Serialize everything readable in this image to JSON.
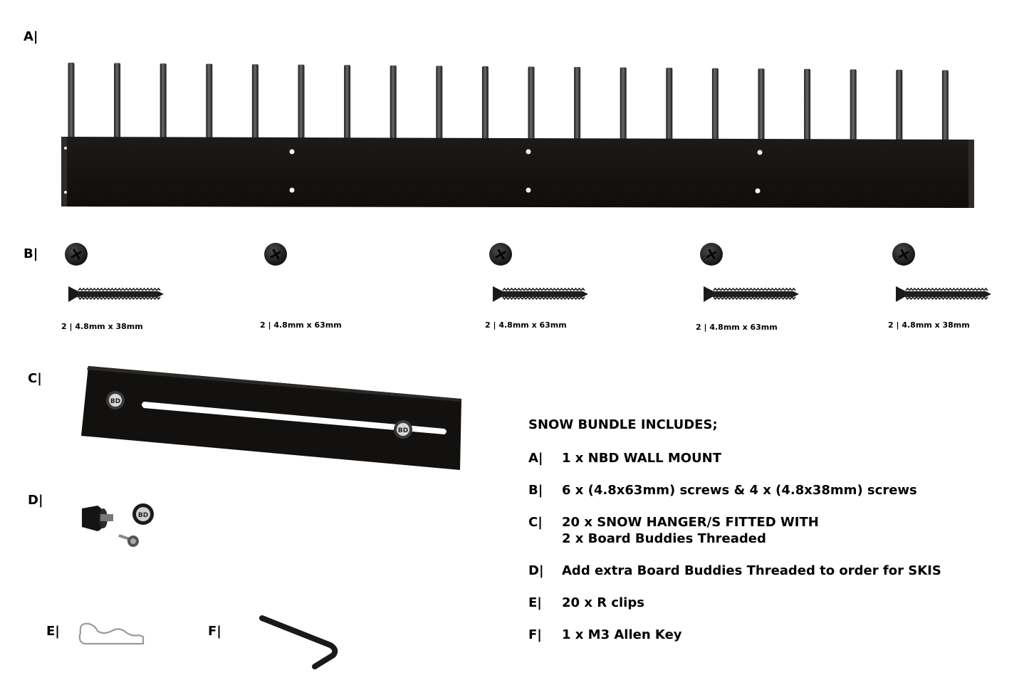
{
  "labels": {
    "a": "A|",
    "b": "B|",
    "c": "C|",
    "d": "D|",
    "e": "E|",
    "f": "F|"
  },
  "screws": [
    {
      "caption": "2 | 4.8mm x 38mm",
      "has_body": true
    },
    {
      "caption": "2 | 4.8mm x 63mm",
      "has_body": false
    },
    {
      "caption": "2 | 4.8mm x 63mm",
      "has_body": true
    },
    {
      "caption": "2 | 4.8mm x 63mm",
      "has_body": true
    },
    {
      "caption": "2 | 4.8mm x 38mm",
      "has_body": true
    }
  ],
  "hanger_badges": [
    "BD",
    "BD"
  ],
  "buddy_badge": "BD",
  "bundle": {
    "title": "SNOW BUNDLE INCLUDES;",
    "items": [
      {
        "letter": "A|",
        "text": "1 x NBD WALL MOUNT",
        "text2": ""
      },
      {
        "letter": "B|",
        "text": "6 x (4.8x63mm) screws & 4 x (4.8x38mm) screws",
        "text2": ""
      },
      {
        "letter": "C|",
        "text": "20 x SNOW HANGER/S FITTED WITH",
        "text2": "2 x Board Buddies Threaded"
      },
      {
        "letter": "D|",
        "text": "Add extra Board Buddies Threaded to order for SKIS",
        "text2": ""
      },
      {
        "letter": "E|",
        "text": "20 x R clips",
        "text2": ""
      },
      {
        "letter": "F|",
        "text": "1 x M3 Allen Key",
        "text2": ""
      }
    ]
  },
  "colors": {
    "metal": "#141210",
    "pin": "#2a2a2a",
    "background": "#ffffff"
  }
}
